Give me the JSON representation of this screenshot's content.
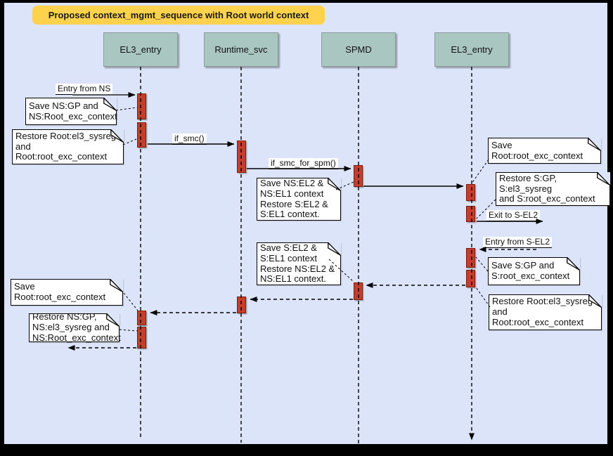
{
  "diagram": {
    "title": "Proposed context_mgmt_sequence with Root world context",
    "colors": {
      "canvas_bg": "#dce4fa",
      "title_bg": "#ffd24d",
      "actor_fill": "#a9c6c1",
      "activation_fill": "#c43e2c",
      "note_fill": "#ffffff",
      "frame": "#000000"
    }
  },
  "actors": [
    {
      "label": "EL3_entry"
    },
    {
      "label": "Runtime_svc"
    },
    {
      "label": "SPMD"
    },
    {
      "label": "EL3_entry"
    }
  ],
  "messages": {
    "entry_from_ns": "Entry from NS",
    "if_smc": "if_smc()",
    "if_smc_for_spm": "if_smc_for_spm()",
    "exit_to_s_el2": "Exit to S-EL2",
    "entry_from_s_el2": "Entry from S-EL2"
  },
  "notes": {
    "save_ns_gp": "Save NS:GP and\nNS:Root_exc_context",
    "restore_root_sysreg_left": "Restore Root:el3_sysreg\nand\nRoot:root_exc_context",
    "save_ns_el2": "Save NS:EL2 &\nNS:EL1 context\nRestore S:EL2 &\nS:EL1 context.",
    "save_root_exc_right": "Save Root:root_exc_context",
    "restore_s_gp": "Restore S:GP, S:el3_sysreg\nand S:root_exc_context",
    "save_s_gp": "Save S:GP and\nS:root_exc_context",
    "restore_root_sysreg_right": "Restore Root:el3_sysreg\nand\nRoot:root_exc_context",
    "save_s_el2": "Save S:EL2 &\nS:EL1 context\nRestore NS:EL2 &\nNS:EL1 context.",
    "save_root_exc_left": "Save Root:root_exc_context",
    "restore_ns_gp": "Restore NS:GP,\nNS:el3_sysreg and\nNS:Root_exc_context"
  }
}
